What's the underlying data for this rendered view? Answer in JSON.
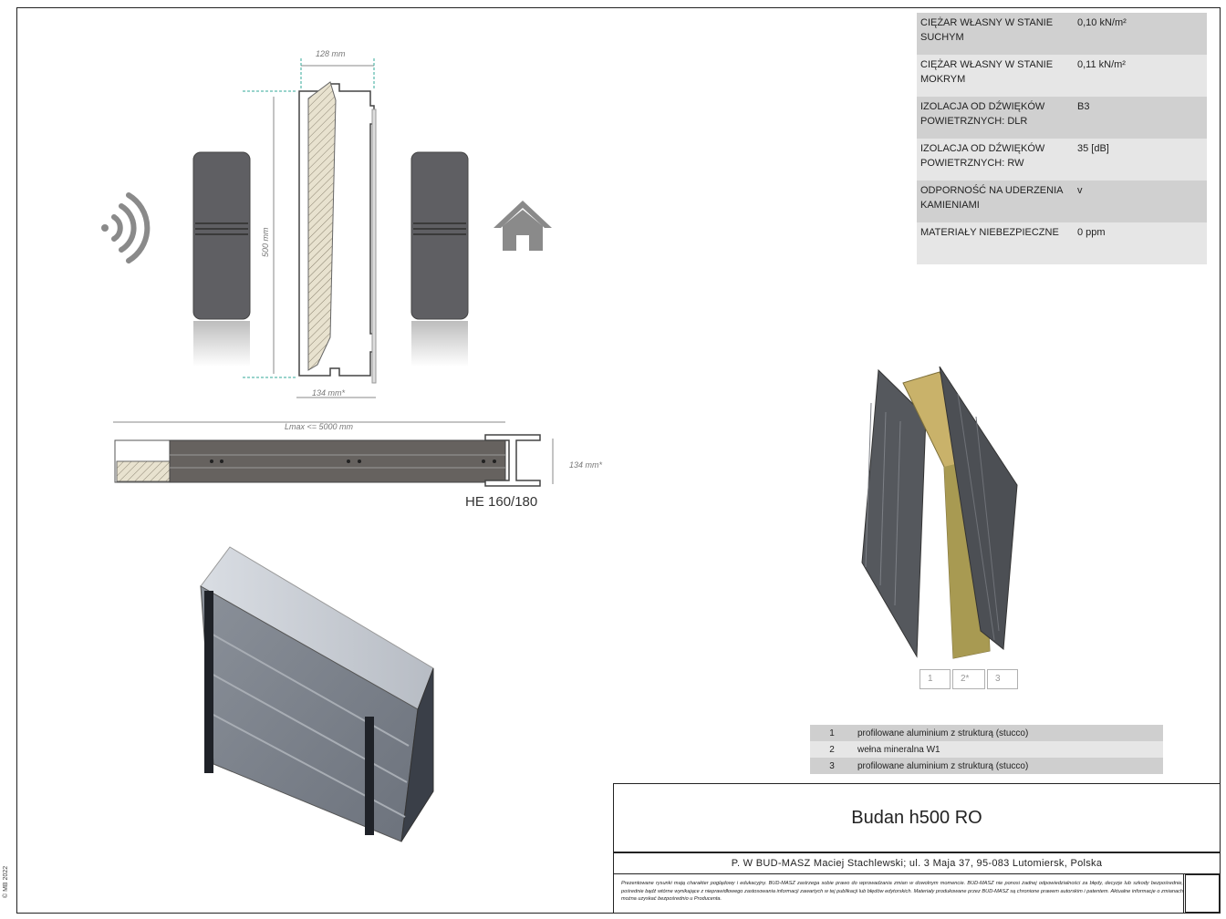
{
  "copyright": "© MB 2022",
  "drawings": {
    "width_top": "128 mm",
    "height": "500 mm",
    "width_bottom": "134 mm*",
    "lmax": "Lmax <= 5000 mm",
    "beam_height": "134 mm*",
    "beam_label": "HE 160/180",
    "icons": [
      "sound-waves-icon",
      "house-icon"
    ]
  },
  "properties": [
    {
      "label": "CIĘŻAR WŁASNY W STANIE SUCHYM",
      "value": "0,10 kN/m²"
    },
    {
      "label": "CIĘŻAR WŁASNY W STANIE MOKRYM",
      "value": "0,11 kN/m²"
    },
    {
      "label": "IZOLACJA OD DŹWIĘKÓW POWIETRZNYCH: DLR",
      "value": "B3"
    },
    {
      "label": "IZOLACJA OD DŹWIĘKÓW POWIETRZNYCH: RW",
      "value": "35 [dB]"
    },
    {
      "label": "ODPORNOŚĆ NA UDERZENIA KAMIENIAMI",
      "value": "v"
    },
    {
      "label": "MATERIAŁY NIEBEZPIECZNE",
      "value": "0 ppm"
    }
  ],
  "layer_tabs": [
    "1",
    "2*",
    "3"
  ],
  "layers": [
    {
      "no": "1",
      "name": "profilowane aluminium  z strukturą (stucco)"
    },
    {
      "no": "2",
      "name": "wełna mineralna W1"
    },
    {
      "no": "3",
      "name": "profilowane aluminium  z strukturą (stucco)"
    }
  ],
  "titleblock": {
    "product": "Budan h500 RO",
    "company": "P. W BUD-MASZ Maciej Stachlewski; ul. 3 Maja 37, 95-083  Lutomiersk, Polska",
    "disclaimer": "Prezentowane rysunki mają charakter poglądowy i edukacyjny. BUD-MASZ zastrzega sobie prawo do wprowadzania zmian w dowolnym momencie. BUD-MASZ nie ponosi żadnej odpowiedzialności za błędy, decyzje lub szkody bezpośrednie, pośrednie bądź wtórne wynikające z nieprawidłowego zastosowania informacji zawartych w tej publikacji lub błędów edytorskich. Materiały produkowane przez BUD-MASZ są chronione prawem autorskim i patentem. Aktualne informacje o zmianach można uzyskać bezpośrednio u Producenta."
  }
}
